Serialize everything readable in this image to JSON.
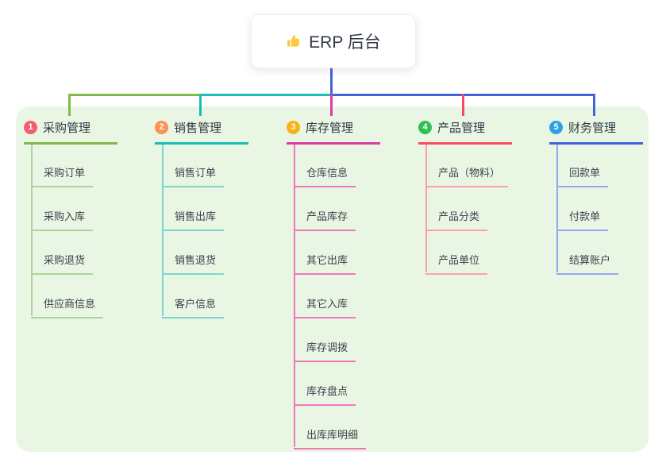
{
  "root": {
    "title": "ERP 后台",
    "icon": "thumbs-up-icon",
    "icon_color": "#FFC83D",
    "box_color": "#ffffff",
    "line_color": "#4463d8"
  },
  "panel": {
    "background_color": "#e9f6e4"
  },
  "connectors": {
    "bus_segments": [
      {
        "from_branch": "采购管理",
        "color": "#7fbc46"
      },
      {
        "from_branch": "销售管理",
        "color": "#1abdb3"
      },
      {
        "from_branch": "财务管理",
        "color": "#4463d8"
      }
    ]
  },
  "branches": [
    {
      "badge": "1",
      "badge_color": "#f75c6e",
      "label": "采购管理",
      "color": "#7fbc46",
      "light_color": "#a9d69a",
      "children": [
        "采购订单",
        "采购入库",
        "采购退货",
        "供应商信息"
      ]
    },
    {
      "badge": "2",
      "badge_color": "#fb9153",
      "label": "销售管理",
      "color": "#1abdb3",
      "light_color": "#7bd6cd",
      "children": [
        "销售订单",
        "销售出库",
        "销售退货",
        "客户信息"
      ]
    },
    {
      "badge": "3",
      "badge_color": "#fbb018",
      "label": "库存管理",
      "color": "#de3c9e",
      "light_color": "#f078ba",
      "children": [
        "仓库信息",
        "产品库存",
        "其它出库",
        "其它入库",
        "库存调拨",
        "库存盘点",
        "出库库明细"
      ]
    },
    {
      "badge": "4",
      "badge_color": "#31bf58",
      "label": "产品管理",
      "color": "#f94b5f",
      "light_color": "#fba0aa",
      "children": [
        "产品（物料）",
        "产品分类",
        "产品单位"
      ]
    },
    {
      "badge": "5",
      "badge_color": "#2f9fe6",
      "label": "财务管理",
      "color": "#4463d8",
      "light_color": "#92a9ec",
      "children": [
        "回款单",
        "付款单",
        "结算账户"
      ]
    }
  ]
}
